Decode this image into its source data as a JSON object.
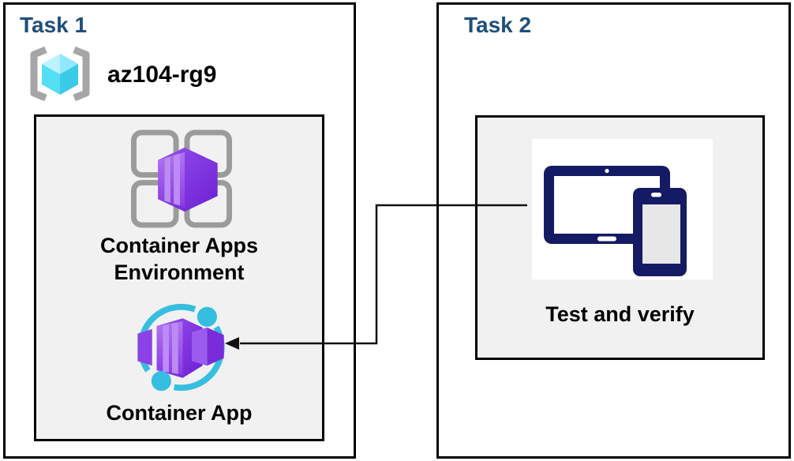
{
  "diagram": {
    "tasks": [
      {
        "title": "Task 1",
        "resource_group": {
          "icon": "resource-group-icon",
          "name": "az104-rg9"
        },
        "nodes": [
          {
            "icon": "container-apps-environment-icon",
            "label": "Container Apps Environment"
          },
          {
            "icon": "container-app-icon",
            "label": "Container App"
          }
        ]
      },
      {
        "title": "Task 2",
        "nodes": [
          {
            "icon": "devices-icon",
            "label": "Test and verify"
          }
        ]
      }
    ],
    "connector": {
      "description": "elbow arrow from Test and verify icon to Container App icon",
      "arrow_color": "#111111"
    },
    "colors": {
      "task_title_blue": "#1F4E79",
      "panel_fill_gray": "#F1F1F1",
      "box_border": "#000000",
      "container_purple_light": "#A766F2",
      "container_purple_dark": "#7022D6",
      "ring_cyan": "#35BEE0",
      "device_navy": "#141B64",
      "rg_cube_cyan": "#50E6FF",
      "bracket_gray": "#A6A6A6"
    }
  }
}
